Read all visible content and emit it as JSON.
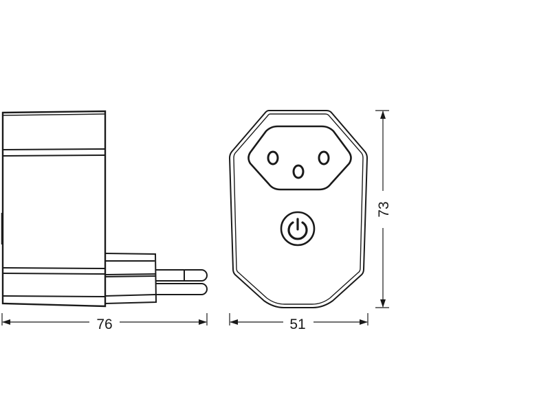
{
  "diagram": {
    "type": "technical-dimension-drawing",
    "subject": "smart plug (Swiss type J socket)",
    "line_color": "#1a1a1a",
    "background": "#ffffff",
    "views": [
      {
        "name": "side-view",
        "dimension_label": "76",
        "dimension_axis": "horizontal"
      },
      {
        "name": "front-view",
        "dimension_label_width": "51",
        "dimension_label_height": "73"
      }
    ]
  },
  "dimensions": {
    "side_width": "76",
    "front_width": "51",
    "front_height": "73"
  }
}
